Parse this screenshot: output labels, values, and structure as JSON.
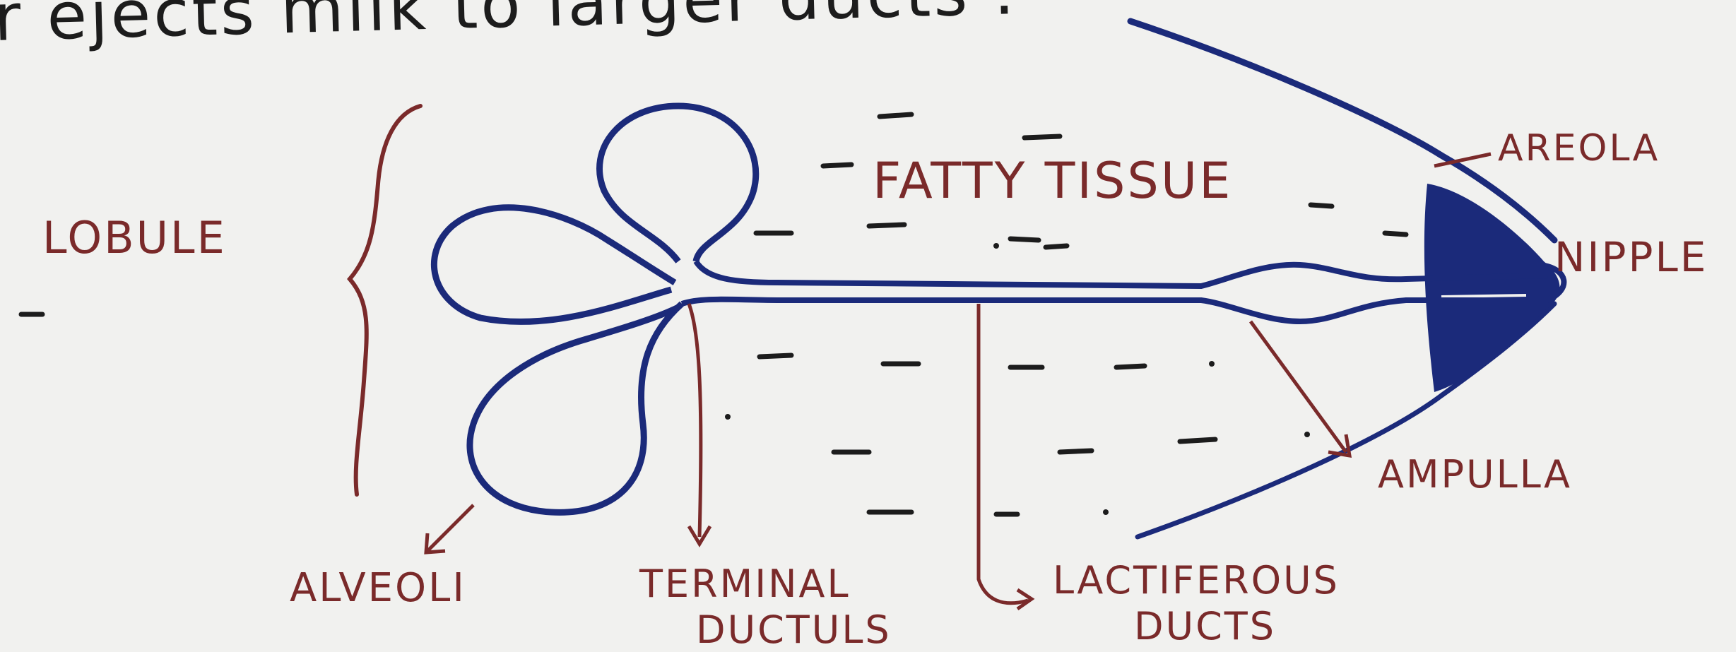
{
  "top_text": "r ejects milk to larger ducts .",
  "labels": {
    "lobule": "LOBULE",
    "fatty_tissue": "FATTY TISSUE",
    "areola": "AREOLA",
    "nipple": "NIPPLE",
    "ampulla": "AMPULLA",
    "alveoli": "ALVEOLI",
    "terminal_ductules_line1": "TERMINAL",
    "terminal_ductules_line2": "DUCTULS",
    "lactiferous_line1": "LACTIFEROUS",
    "lactiferous_line2": "DUCTS"
  },
  "colors": {
    "ink_blue": "#1b2a7a",
    "ink_maroon": "#7a2a2a",
    "ink_black": "#1c1c1c",
    "paper": "#f1f1ef"
  }
}
